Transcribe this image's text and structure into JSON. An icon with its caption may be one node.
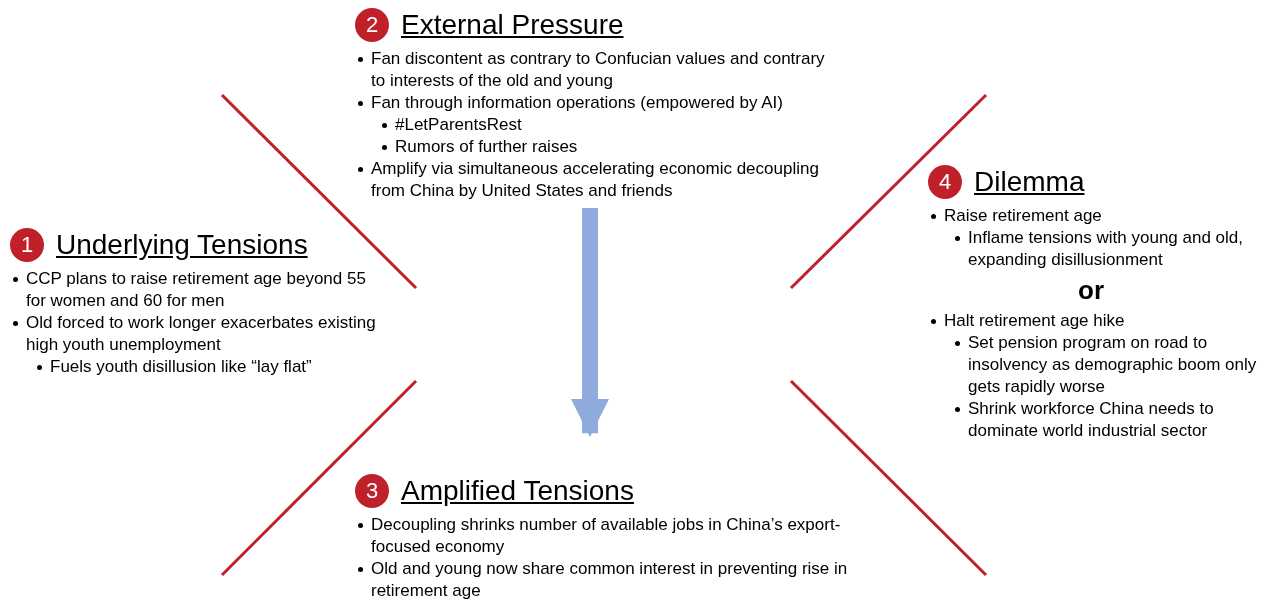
{
  "diagram": {
    "nodes": [
      {
        "text": [
          "1",
          "Underlying Tensions",
          "CCP plans to raise retirement age beyond 55 for women and 60 for men",
          "Old forced to work longer exacerbates existing high youth unemployment",
          "Fuels youth disillusion like “lay flat”"
        ]
      },
      {
        "text": [
          "2",
          "External Pressure",
          "Fan discontent as contrary to Confucian values and contrary to interests of the old and young",
          "Fan through information operations (empowered by AI)",
          "#LetParentsRest",
          "Rumors of further raises",
          "Amplify via simultaneous accelerating economic decoupling from China by United States and friends"
        ]
      },
      {
        "text": [
          "3",
          "Amplified Tensions",
          "Decoupling shrinks number of available jobs in China’s export-focused economy",
          "Old and young now share common interest in preventing rise in retirement age"
        ]
      },
      {
        "text": [
          "4",
          "Dilemma",
          "Raise retirement age",
          "Inflame tensions with young and old, expanding disillusionment",
          "or",
          "Halt retirement age hike",
          "Set pension program on road to insolvency as demographic boom only gets rapidly worse",
          "Shrink workforce China needs to dominate world industrial sector"
        ]
      }
    ],
    "edges": [
      {
        "from": 1,
        "to": 2,
        "arrow": "to"
      }
    ]
  }
}
